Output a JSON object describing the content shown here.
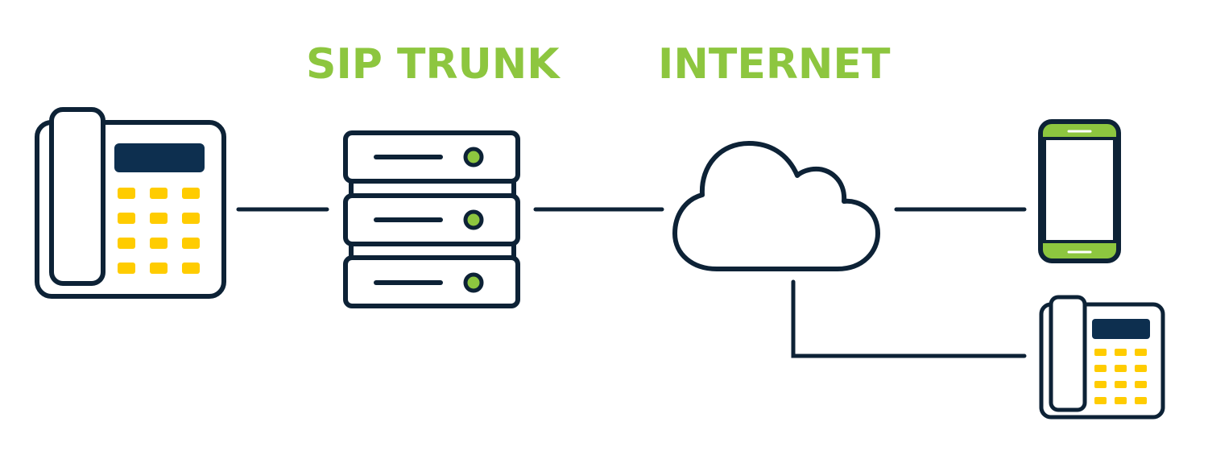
{
  "labels": {
    "sip_trunk": "SIP TRUNK",
    "internet": "INTERNET"
  },
  "nodes": [
    {
      "id": "desk-phone-left",
      "icon": "desk-phone-icon"
    },
    {
      "id": "sip-trunk-server",
      "icon": "server-rack-icon"
    },
    {
      "id": "internet-cloud",
      "icon": "cloud-icon"
    },
    {
      "id": "mobile-phone",
      "icon": "smartphone-icon"
    },
    {
      "id": "desk-phone-right",
      "icon": "desk-phone-icon"
    }
  ],
  "connections": [
    {
      "from": "desk-phone-left",
      "to": "sip-trunk-server"
    },
    {
      "from": "sip-trunk-server",
      "to": "internet-cloud"
    },
    {
      "from": "internet-cloud",
      "to": "mobile-phone"
    },
    {
      "from": "internet-cloud",
      "to": "desk-phone-right"
    }
  ],
  "colors": {
    "outline": "#0d2236",
    "accent_green": "#8dc63f",
    "keypad_yellow": "#ffcc00",
    "screen_navy": "#0d2f4f",
    "background": "#ffffff"
  }
}
